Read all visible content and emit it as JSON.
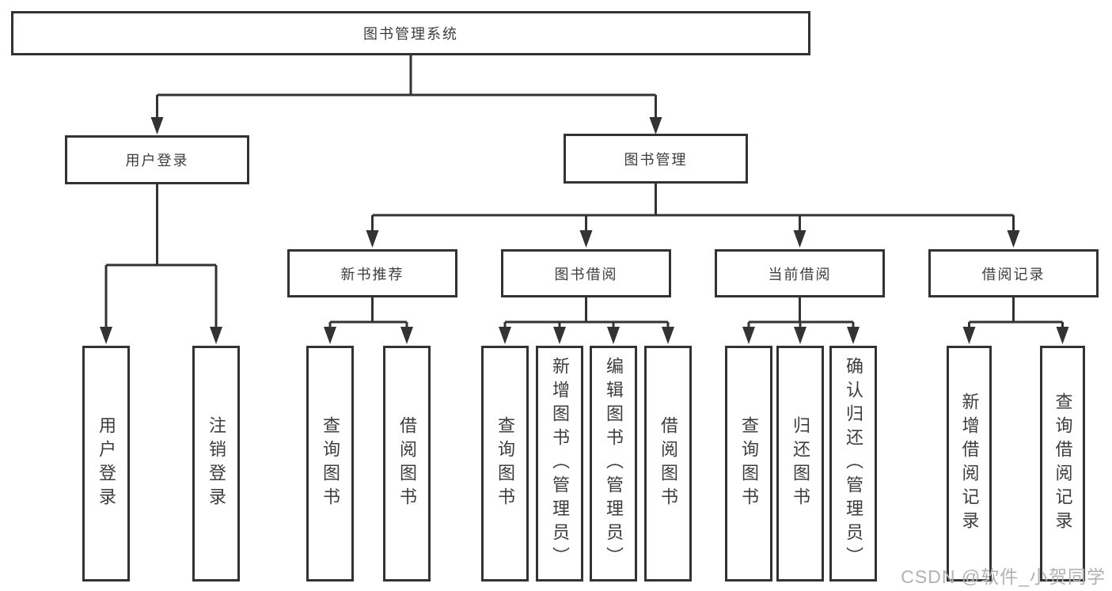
{
  "nodes": {
    "root": "图书管理系统",
    "user_login_branch": {
      "label": "用户登录",
      "children": [
        "用户登录",
        "注销登录"
      ]
    },
    "book_mgmt_branch": {
      "label": "图书管理",
      "sections": [
        {
          "label": "新书推荐",
          "children": [
            "查询图书",
            "借阅图书"
          ]
        },
        {
          "label": "图书借阅",
          "children": [
            "查询图书",
            "新增图书（管理员）",
            "编辑图书（管理员）",
            "借阅图书"
          ]
        },
        {
          "label": "当前借阅",
          "children": [
            "查询图书",
            "归还图书",
            "确认归还（管理员）"
          ]
        },
        {
          "label": "借阅记录",
          "children": [
            "新增借阅记录",
            "查询借阅记录"
          ]
        }
      ]
    }
  },
  "watermark": {
    "text": "CSDN @软件_小贺同学",
    "color": "#b3b0b0"
  },
  "colors": {
    "line": "#333333",
    "box_border": "#333333",
    "text": "#3d3d3d",
    "background": "#ffffff"
  }
}
